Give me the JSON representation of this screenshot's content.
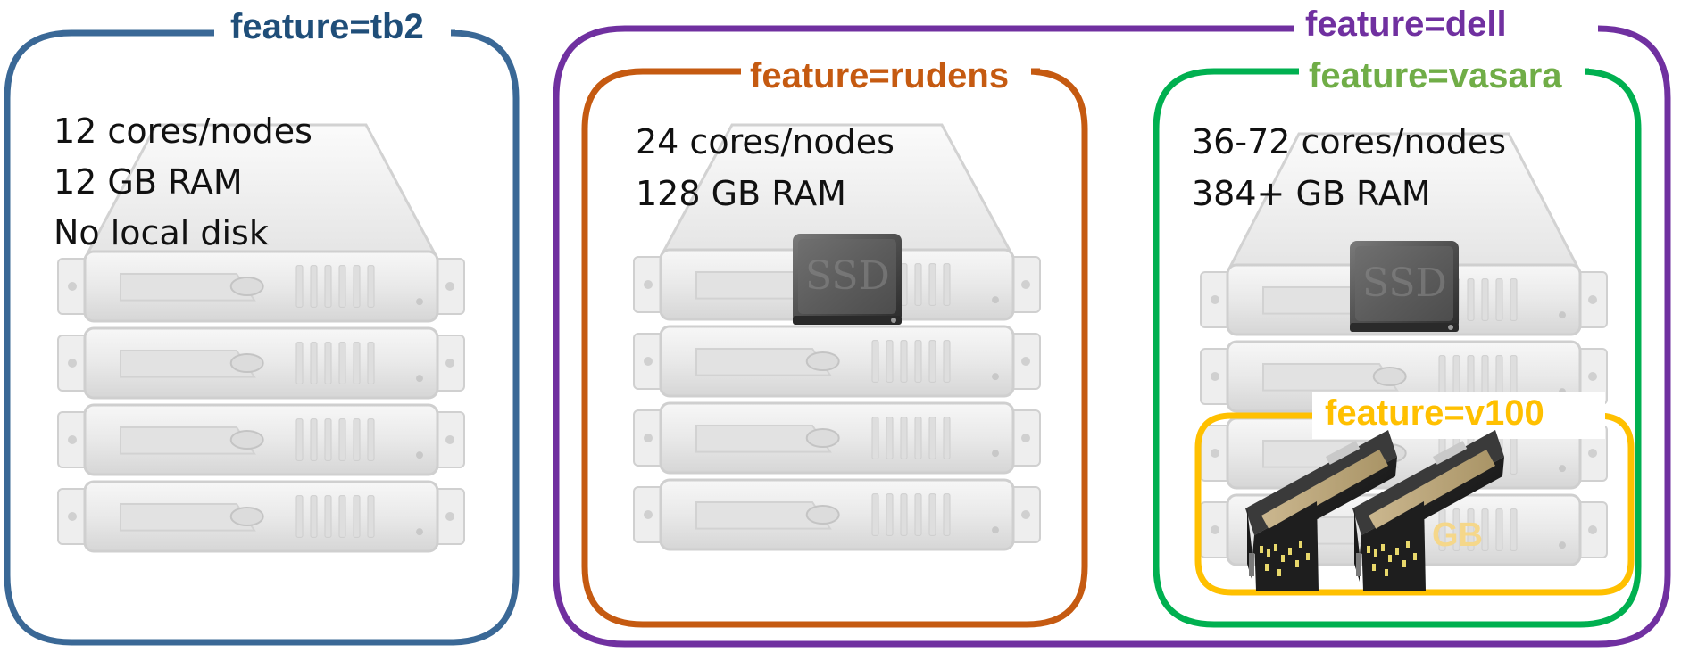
{
  "groups": {
    "tb2": {
      "label": "feature=tb2",
      "color": "#3a6896",
      "specs": [
        "12 cores/nodes",
        "12 GB RAM",
        "No local disk"
      ]
    },
    "dell": {
      "label": "feature=dell",
      "color": "#7030a0"
    },
    "rudens": {
      "label": "feature=rudens",
      "color": "#c55a11",
      "specs": [
        "24 cores/nodes",
        "128 GB RAM"
      ]
    },
    "vasara": {
      "label": "feature=vasara",
      "color": "#00b050",
      "label_color": "#70ad47",
      "specs": [
        "36-72 cores/nodes",
        "384+ GB RAM"
      ]
    },
    "v100": {
      "label": "feature=v100",
      "color": "#ffc000"
    }
  },
  "icons": {
    "server": "server-stack-icon",
    "ssd": "ssd-icon",
    "gpu": "gpu-card-icon"
  },
  "ssd_label": "SSD",
  "gpu_overlay_text": "GB"
}
